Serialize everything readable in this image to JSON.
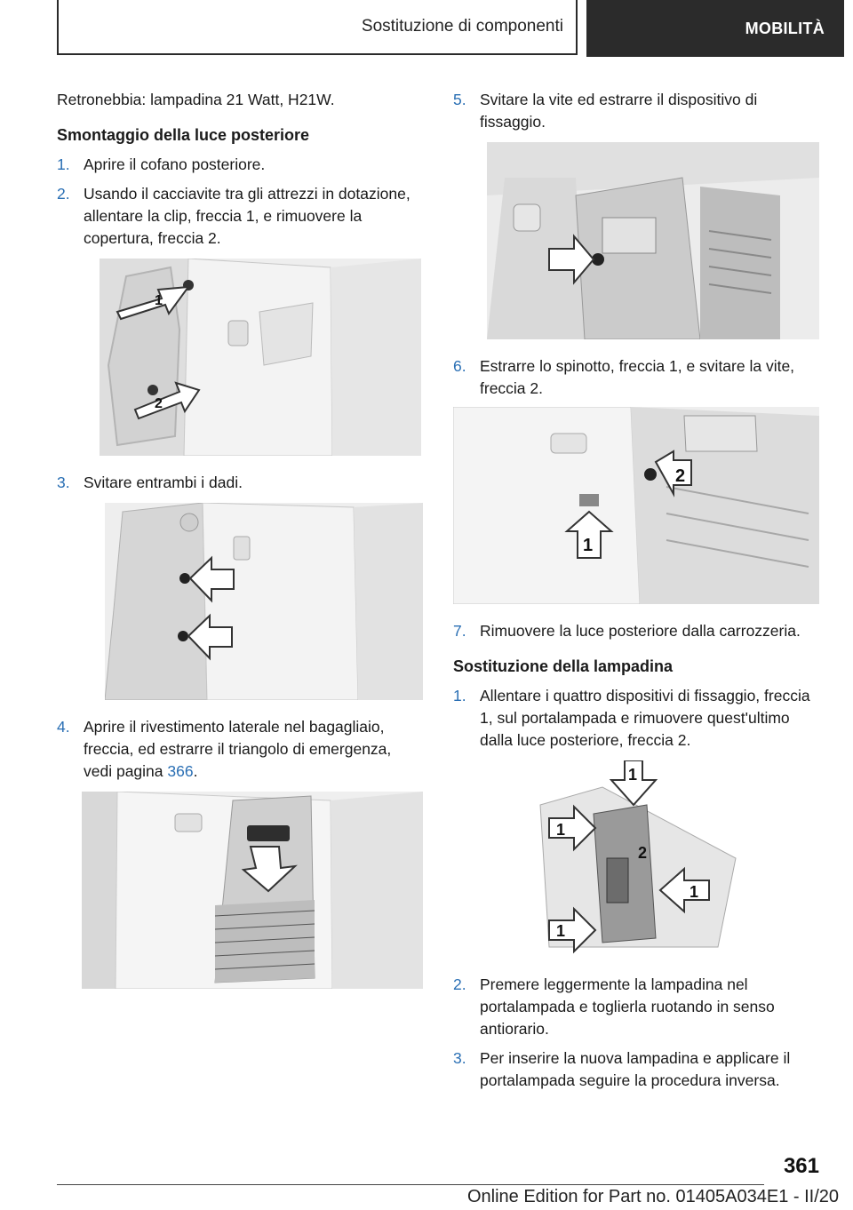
{
  "header": {
    "section": "Sostituzione di componenti",
    "chapter": "MOBILITÀ"
  },
  "left": {
    "intro": "Retronebbia: lampadina 21 Watt, H21W.",
    "heading": "Smontaggio della luce posteriore",
    "steps": [
      {
        "num": "1.",
        "text": "Aprire il cofano posteriore."
      },
      {
        "num": "2.",
        "text": "Usando il cacciavite tra gli attrezzi in dotazione, allentare la clip, freccia 1, e rimuovere la copertura, freccia 2."
      },
      {
        "num": "3.",
        "text": "Svitare entrambi i dadi."
      },
      {
        "num": "4.",
        "text": "Aprire il rivestimento laterale nel bagagliaio, freccia, ed estrarre il triangolo di emergenza, vedi pagina ",
        "link": "366",
        "suffix": "."
      }
    ],
    "fig1_labels": [
      "1",
      "2"
    ]
  },
  "right": {
    "steps_a": [
      {
        "num": "5.",
        "text": "Svitare la vite ed estrarre il dispositivo di fissaggio."
      },
      {
        "num": "6.",
        "text": "Estrarre lo spinotto, freccia 1, e svitare la vite, freccia 2."
      },
      {
        "num": "7.",
        "text": "Rimuovere la luce posteriore dalla carrozzeria."
      }
    ],
    "fig_labels": [
      "2",
      "1"
    ],
    "heading": "Sostituzione della lampadina",
    "steps_b": [
      {
        "num": "1.",
        "text": "Allentare i quattro dispositivi di fissaggio, freccia 1, sul portalampada e rimuovere quest'ultimo dalla luce posteriore, freccia 2."
      },
      {
        "num": "2.",
        "text": "Premere leggermente la lampadina nel portalampada e toglierla ruotando in senso antiorario."
      },
      {
        "num": "3.",
        "text": "Per inserire la nuova lampadina e applicare il portalampada seguire la procedura inversa."
      }
    ],
    "lamp_labels": [
      "1",
      "1",
      "1",
      "1",
      "2"
    ]
  },
  "footer": {
    "page": "361",
    "edition": "Online Edition for Part no. 01405A034E1 - II/20"
  }
}
